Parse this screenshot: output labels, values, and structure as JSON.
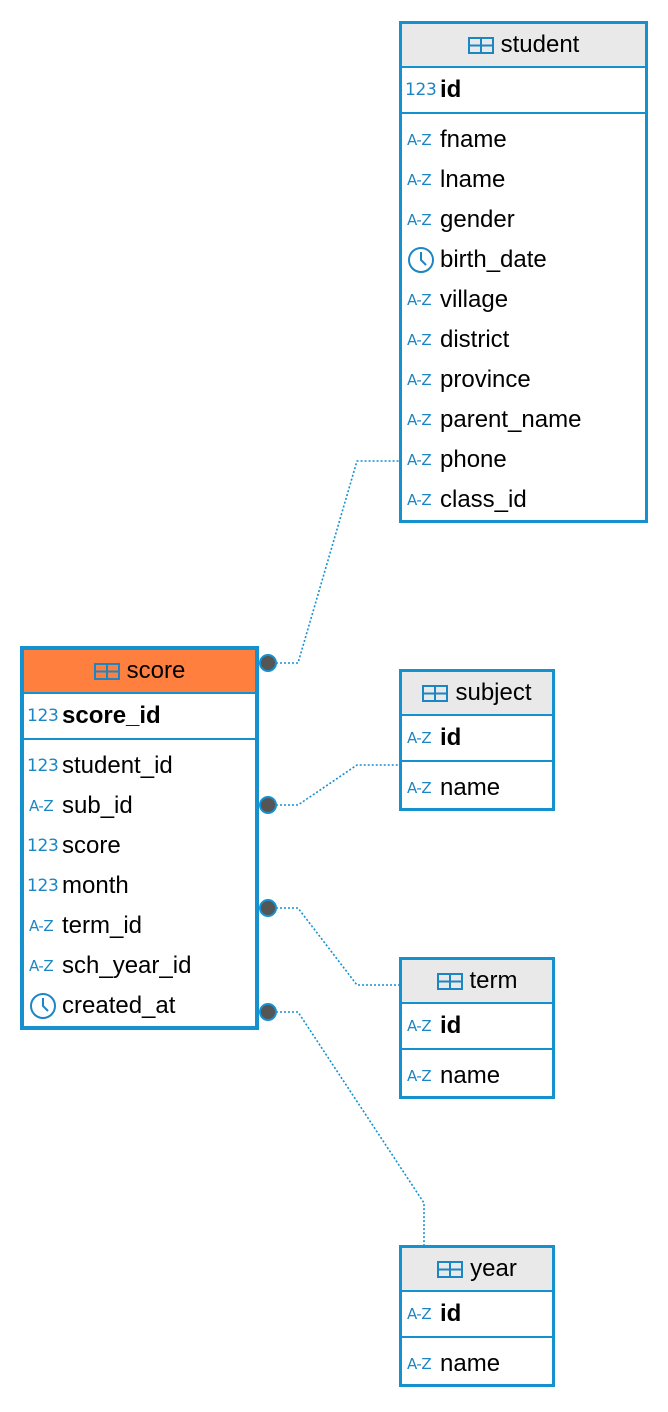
{
  "tables": [
    {
      "key": "student",
      "name": "student",
      "selected": false,
      "pk": {
        "type": "number",
        "name": "id"
      },
      "columns": [
        {
          "type": "text",
          "name": "fname"
        },
        {
          "type": "text",
          "name": "lname"
        },
        {
          "type": "text",
          "name": "gender"
        },
        {
          "type": "date",
          "name": "birth_date"
        },
        {
          "type": "text",
          "name": "village"
        },
        {
          "type": "text",
          "name": "district"
        },
        {
          "type": "text",
          "name": "province"
        },
        {
          "type": "text",
          "name": "parent_name"
        },
        {
          "type": "text",
          "name": "phone"
        },
        {
          "type": "text",
          "name": "class_id"
        }
      ]
    },
    {
      "key": "score",
      "name": "score",
      "selected": true,
      "pk": {
        "type": "number",
        "name": "score_id"
      },
      "columns": [
        {
          "type": "number",
          "name": "student_id"
        },
        {
          "type": "text",
          "name": "sub_id"
        },
        {
          "type": "number",
          "name": "score"
        },
        {
          "type": "number",
          "name": "month"
        },
        {
          "type": "text",
          "name": "term_id"
        },
        {
          "type": "text",
          "name": "sch_year_id"
        },
        {
          "type": "date",
          "name": "created_at"
        }
      ]
    },
    {
      "key": "subject",
      "name": "subject",
      "selected": false,
      "pk": {
        "type": "text",
        "name": "id"
      },
      "columns": [
        {
          "type": "text",
          "name": "name"
        }
      ]
    },
    {
      "key": "term",
      "name": "term",
      "selected": false,
      "pk": {
        "type": "text",
        "name": "id"
      },
      "columns": [
        {
          "type": "text",
          "name": "name"
        }
      ]
    },
    {
      "key": "year",
      "name": "year",
      "selected": false,
      "pk": {
        "type": "text",
        "name": "id"
      },
      "columns": [
        {
          "type": "text",
          "name": "name"
        }
      ]
    }
  ],
  "type_icons": {
    "number": "123",
    "text": "A-Z",
    "date": "clock-icon"
  },
  "relations": [
    {
      "from": "score",
      "to": "student"
    },
    {
      "from": "score",
      "to": "subject"
    },
    {
      "from": "score",
      "to": "term"
    },
    {
      "from": "score",
      "to": "year"
    }
  ],
  "colors": {
    "accent": "#1591d0",
    "selected_header": "#ff7f3f",
    "header": "#e9e9e9",
    "icon": "#1c86c4",
    "connector_dot": "#555555"
  }
}
